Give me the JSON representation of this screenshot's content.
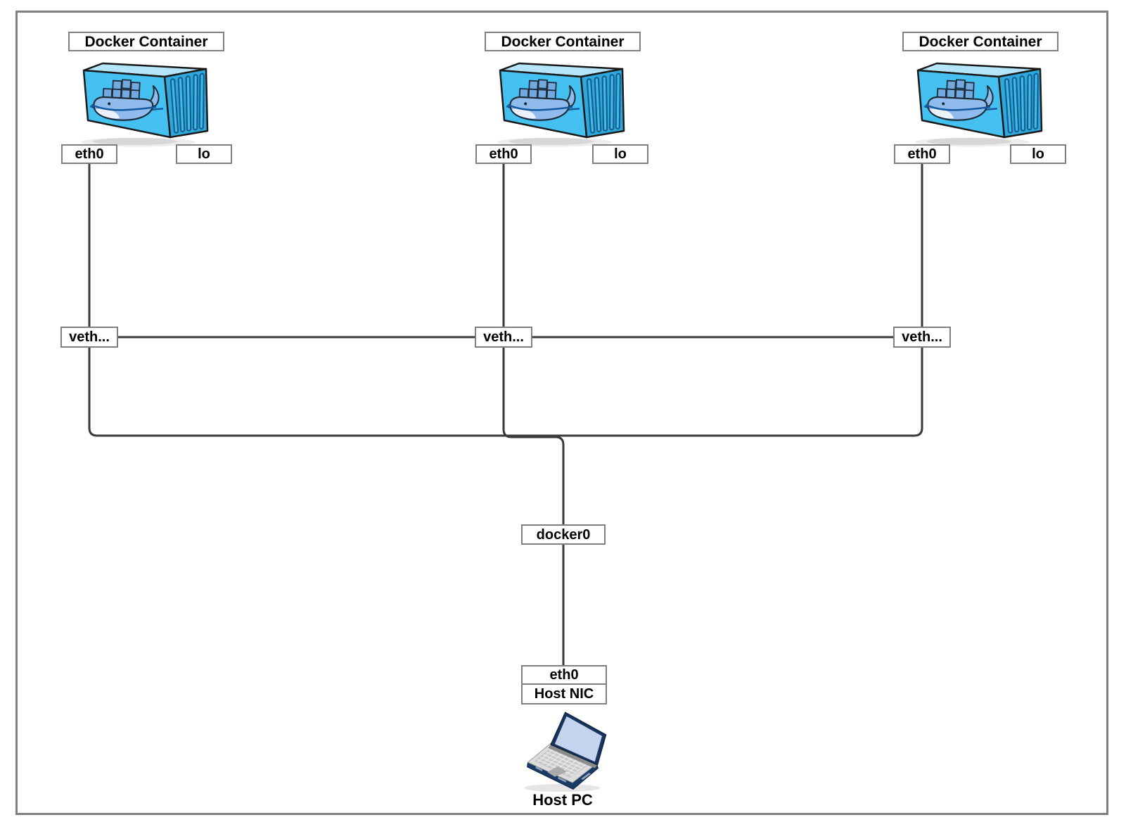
{
  "containers": [
    {
      "title": "Docker Container",
      "interfaces": {
        "eth0": "eth0",
        "lo": "lo"
      },
      "veth_label": "veth..."
    },
    {
      "title": "Docker Container",
      "interfaces": {
        "eth0": "eth0",
        "lo": "lo"
      },
      "veth_label": "veth..."
    },
    {
      "title": "Docker Container",
      "interfaces": {
        "eth0": "eth0",
        "lo": "lo"
      },
      "veth_label": "veth..."
    }
  ],
  "host": {
    "bridge_label": "docker0",
    "eth0_label": "eth0",
    "nic_label": "Host NIC",
    "pc_label": "Host PC"
  },
  "icons": {
    "container": "docker-container-icon",
    "laptop": "laptop-icon"
  },
  "colors": {
    "canvas_border": "#808080",
    "box_border": "#7f7f7f",
    "connector": "#3a3a3a",
    "container_front": "#45C1F1",
    "container_side": "#2FA8DE",
    "container_top": "#B4E5F9",
    "ridge_outline": "#14608F",
    "whale_blue": "#8FBCEC",
    "whale_boxes": "#74A9E0",
    "water_blue": "#1558A0",
    "laptop_navy": "#17365D",
    "laptop_screen": "#C5D3EE",
    "laptop_base": "#DCDCDC"
  }
}
